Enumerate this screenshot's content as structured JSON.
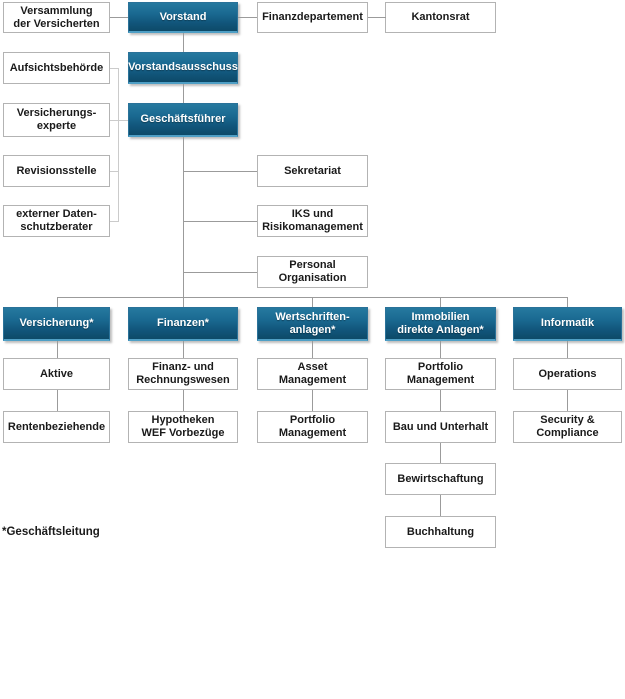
{
  "footnote": "*Geschäftsleitung",
  "colors": {
    "accent_blue_top": "#26799f",
    "accent_blue_bottom": "#0d4a68",
    "accent_blue_edge": "#4f9fc5",
    "box_border": "#b3b3b3",
    "connector_line": "#9b9b9b",
    "connector_line_light": "#cbcbcb",
    "text": "#1a1a1a"
  },
  "nodes": {
    "versammlung": "Versammlung\nder Versicherten",
    "vorstand": "Vorstand",
    "finanzdepartement": "Finanzdepartement",
    "kantonsrat": "Kantonsrat",
    "aufsichtsbehoerde": "Aufsichtsbehörde",
    "vorstandsausschuss": "Vorstandsausschuss",
    "versicherungsexperte": "Versicherungs-\nexperte",
    "geschaeftsfuehrer": "Geschäftsführer",
    "revisionsstelle": "Revisionsstelle",
    "datenschutzberater": "externer Daten-\nschutzberater",
    "sekretariat": "Sekretariat",
    "iks_risikomanagement": "IKS und\nRisikomanagement",
    "personal_organisation": "Personal\nOrganisation",
    "versicherung": "Versicherung*",
    "finanzen": "Finanzen*",
    "wertschriftenanlagen": "Wertschriften-\nanlagen*",
    "immobilien": "Immobilien\ndirekte Anlagen*",
    "informatik": "Informatik",
    "aktive": "Aktive",
    "rentenbeziehende": "Rentenbeziehende",
    "finanz_rechnungswesen": "Finanz- und\nRechnungswesen",
    "hypotheken_wef": "Hypotheken\nWEF Vorbezüge",
    "asset_management": "Asset\nManagement",
    "portfolio_management_securities": "Portfolio\nManagement",
    "portfolio_management_realestate": "Portfolio\nManagement",
    "bau_und_unterhalt": "Bau und Unterhalt",
    "bewirtschaftung": "Bewirtschaftung",
    "buchhaltung": "Buchhaltung",
    "operations": "Operations",
    "security_compliance": "Security &\nCompliance"
  }
}
